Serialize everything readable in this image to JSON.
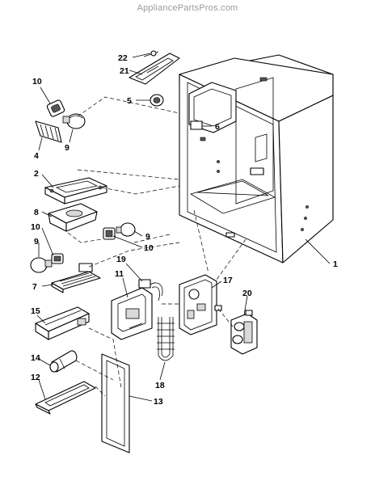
{
  "watermark": "AppliancePartsPros.com",
  "callouts": [
    {
      "id": "c22",
      "label": "22"
    },
    {
      "id": "c21",
      "label": "21"
    },
    {
      "id": "c10a",
      "label": "10"
    },
    {
      "id": "c5",
      "label": "5"
    },
    {
      "id": "c6",
      "label": "6"
    },
    {
      "id": "c4",
      "label": "4"
    },
    {
      "id": "c9a",
      "label": "9"
    },
    {
      "id": "c2",
      "label": "2"
    },
    {
      "id": "c8",
      "label": "8"
    },
    {
      "id": "c10b",
      "label": "10"
    },
    {
      "id": "c9b",
      "label": "9"
    },
    {
      "id": "c9c",
      "label": "9"
    },
    {
      "id": "c10c",
      "label": "10"
    },
    {
      "id": "c7",
      "label": "7"
    },
    {
      "id": "c1",
      "label": "1"
    },
    {
      "id": "c19",
      "label": "19"
    },
    {
      "id": "c11",
      "label": "11"
    },
    {
      "id": "c17",
      "label": "17"
    },
    {
      "id": "c20",
      "label": "20"
    },
    {
      "id": "c15",
      "label": "15"
    },
    {
      "id": "c14",
      "label": "14"
    },
    {
      "id": "c12",
      "label": "12"
    },
    {
      "id": "c18",
      "label": "18"
    },
    {
      "id": "c13",
      "label": "13"
    }
  ]
}
